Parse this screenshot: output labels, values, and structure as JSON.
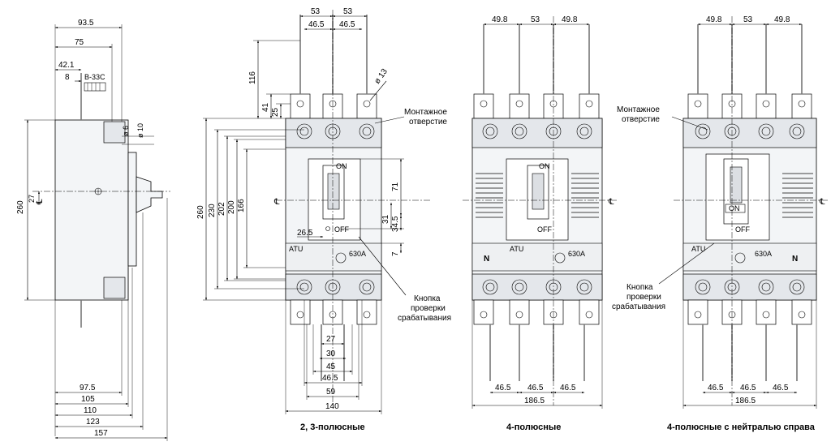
{
  "centerline_symbol": "℄",
  "side_view": {
    "dims": {
      "w93_5": "93.5",
      "w75": "75",
      "w42_1": "42.1",
      "w8": "8",
      "h260": "260",
      "h27": "27",
      "d6": "ø 6",
      "d10": "ø 10",
      "b97_5": "97.5",
      "b105": "105",
      "b110": "110",
      "b123": "123",
      "b157": "157"
    },
    "screw_label": "B-33C"
  },
  "front_3p": {
    "dims": {
      "t53a": "53",
      "t53b": "53",
      "t46_5a": "46.5",
      "t46_5b": "46.5",
      "v116": "116",
      "v41": "41",
      "v25": "25",
      "d13": "ø 13",
      "h260": "260",
      "h230": "230",
      "h202": "202",
      "h200": "200",
      "h166": "166",
      "r71": "71",
      "r31": "31",
      "r34_5": "34.5",
      "r7": "7",
      "r26_5": "26.5",
      "b27": "27",
      "b30": "30",
      "b45": "45",
      "b46_5": "46.5",
      "b59": "59",
      "b140": "140"
    },
    "mount_hole_label": [
      "Монтажное",
      "отверстие"
    ],
    "test_button_label": [
      "Кнопка",
      "проверки",
      "срабатывания"
    ],
    "caption": "2, 3-полюсные"
  },
  "front_4p": {
    "dims": {
      "t49_8a": "49.8",
      "t53": "53",
      "t49_8b": "49.8",
      "b46_5a": "46.5",
      "b46_5b": "46.5",
      "b46_5c": "46.5",
      "b186_5": "186.5"
    },
    "caption": "4-полюсные"
  },
  "front_4p_nr": {
    "dims": {
      "t49_8a": "49.8",
      "t53": "53",
      "t49_8b": "49.8",
      "b46_5a": "46.5",
      "b46_5b": "46.5",
      "b46_5c": "46.5",
      "b186_5": "186.5"
    },
    "mount_hole_label": [
      "Монтажное",
      "отверстие"
    ],
    "test_button_label": [
      "Кнопка",
      "проверки",
      "срабатывания"
    ],
    "caption": "4-полюсные с нейтралью справа"
  },
  "labels": {
    "on": "ON",
    "off": "OFF",
    "n": "N",
    "atu": "ATU",
    "rating": "630A"
  }
}
